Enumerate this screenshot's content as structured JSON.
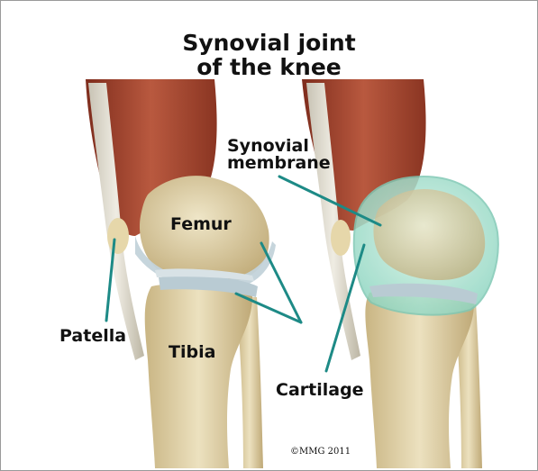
{
  "title_line1": "Synovial joint",
  "title_line2": "of the knee",
  "labels": {
    "femur": "Femur",
    "tibia": "Tibia",
    "patella": "Patella",
    "synovial_line1": "Synovial",
    "synovial_line2": "membrane",
    "cartilage": "Cartilage"
  },
  "credit": "©MMG 2011",
  "colors": {
    "muscle": "#b5563e",
    "bone": "#e2d3a8",
    "cartilage": "#b4c7cf",
    "synovial": "#a8e3cf",
    "leader": "#1d8a86"
  }
}
